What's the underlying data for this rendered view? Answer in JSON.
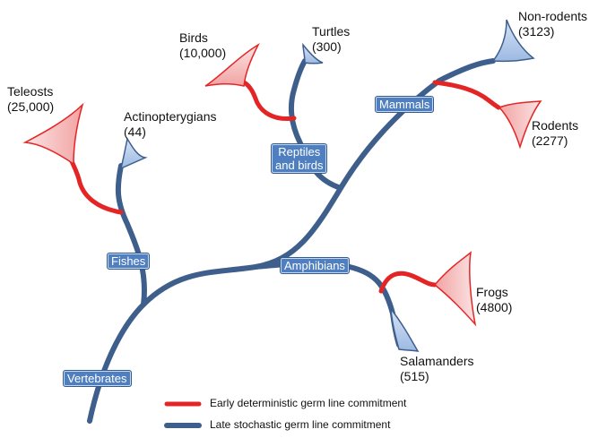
{
  "clades": {
    "vertebrates": "Vertebrates",
    "fishes": "Fishes",
    "amphibians": "Amphibians",
    "reptiles_birds": "Reptiles\nand birds",
    "mammals": "Mammals"
  },
  "taxa": {
    "teleosts": "Teleosts\n(25,000)",
    "actinopterygians": "Actinopterygians\n(44)",
    "birds": "Birds\n(10,000)",
    "turtles": "Turtles\n(300)",
    "non_rodents": "Non-rodents\n(3123)",
    "rodents": "Rodents\n(2277)",
    "frogs": "Frogs\n(4800)",
    "salamanders": "Salamanders\n(515)"
  },
  "legend": {
    "early": "Early deterministic germ line commitment",
    "late": "Late stochastic germ line commitment"
  },
  "colors": {
    "late_branch": "#3e5f8c",
    "early_branch": "#e42526",
    "early_fan": "#f08c8c",
    "late_fan": "#9db9e3",
    "clade_box": "#4f7fbf"
  }
}
